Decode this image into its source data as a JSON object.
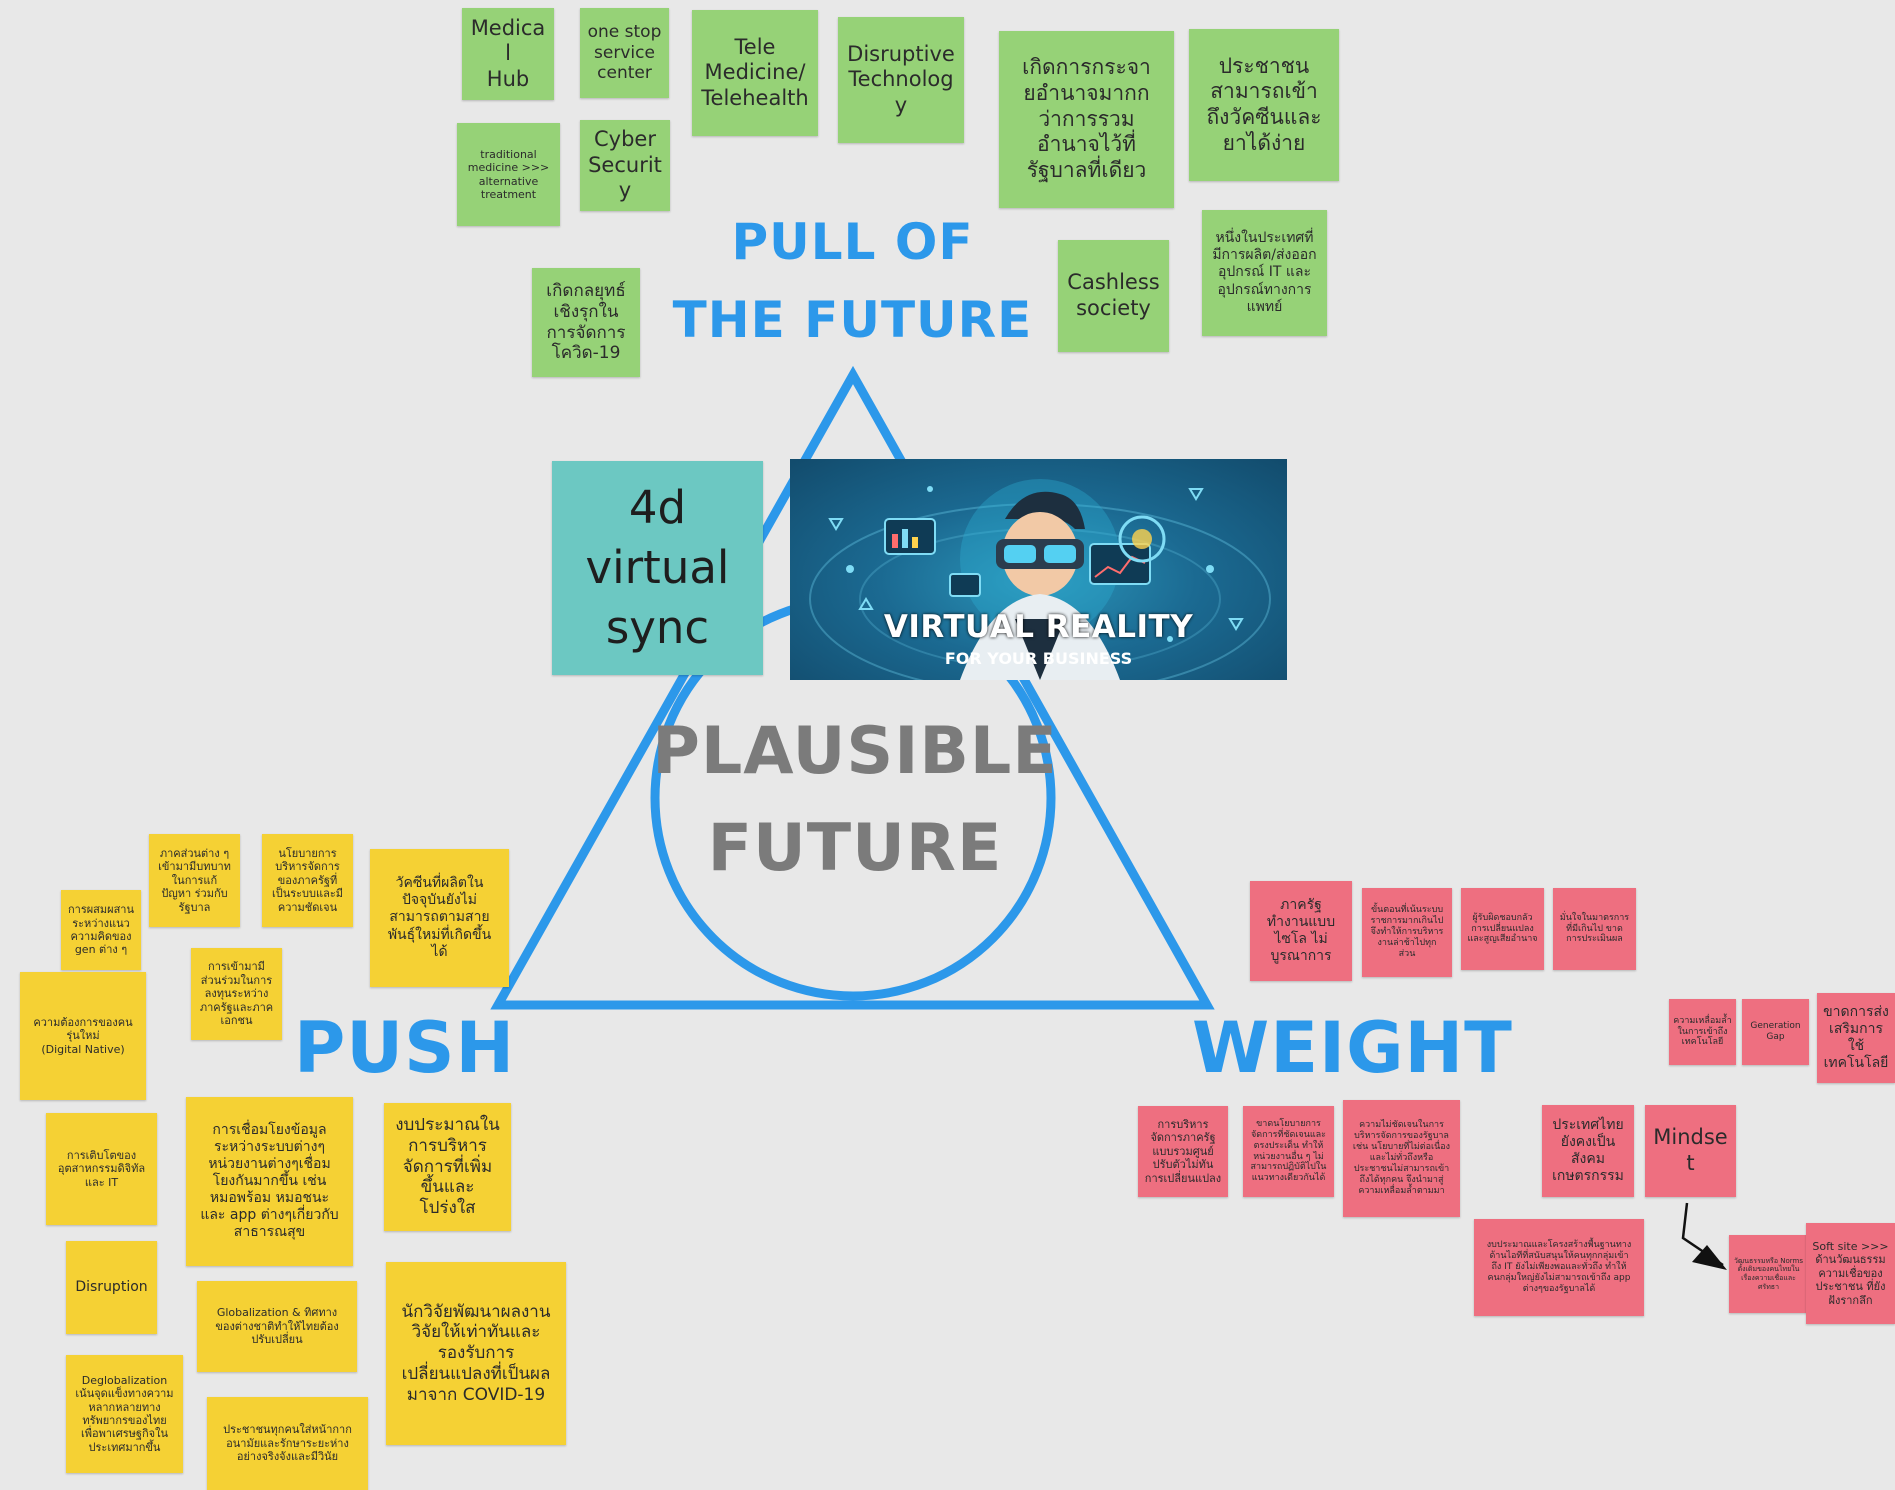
{
  "labels": {
    "pull": "PULL OF\nTHE FUTURE",
    "plausible": "PLAUSIBLE\nFUTURE",
    "push": "PUSH",
    "weight": "WEIGHT"
  },
  "colors": {
    "green_note": "#96d277",
    "yellow_note": "#f5d134",
    "pink_note": "#ee6f80",
    "teal_note": "#6cc8c2",
    "label_blue": "#2c98ea",
    "label_grey": "#7b7b7b",
    "background": "#e8e8e8"
  },
  "center_note": "4d\nvirtual\nsync",
  "vr_image": {
    "title": "VIRTUAL REALITY",
    "subtitle": "FOR YOUR BUSINESS"
  },
  "pull_notes": [
    "Medical\nHub",
    "one stop\nservice\ncenter",
    "Tele\nMedicine/\nTelehealth",
    "Disruptive\nTechnology",
    "เกิดการกระจายอำนาจมากกว่าการรวมอำนาจไว้ที่รัฐบาลที่เดียว",
    "ประชาชนสามารถเข้าถึงวัคซีนและยาได้ง่าย",
    "traditional medicine >>> alternative treatment",
    "Cyber\nSecurity",
    "เกิดกลยุทธ์เชิงรุกในการจัดการโควิด-19",
    "Cashless\nsociety",
    "หนึ่งในประเทศที่มีการผลิต/ส่งออก อุปกรณ์ IT และอุปกรณ์ทางการแพทย์"
  ],
  "push_notes": [
    "ภาคส่วนต่าง ๆ เข้ามามีบทบาทในการแก้ปัญหา ร่วมกับรัฐบาล",
    "นโยบายการบริหารจัดการของภาครัฐที่เป็นระบบและมีความชัดเจน",
    "วัคซีนที่ผลิตในปัจจุบันยังไม่สามารถตามสายพันธุ์ใหม่ที่เกิดขึ้นได้",
    "การผสมผสานระหว่างแนวความคิดของ gen ต่าง ๆ",
    "การเข้ามามีส่วนร่วมในการลงทุนระหว่างภาครัฐและภาคเอกชน",
    "ความต้องการของคนรุ่นใหม่\n(Digital Native)",
    "การเติบโตของอุตสาหกรรมดิจิทัล และ IT",
    "การเชื่อมโยงข้อมูลระหว่างระบบต่างๆ หน่วยงานต่างๆเชื่อมโยงกันมากขึ้น เช่น หมอพร้อม หมอชนะ และ app ต่างๆเกี่ยวกับสาธารณสุข",
    "งบประมาณในการบริหารจัดการที่เพิ่มขึ้นและโปร่งใส",
    "Disruption",
    "Globalization & ทิศทางของต่างชาติทำให้ไทยต้องปรับเปลี่ยน",
    "นักวิจัยพัฒนาผลงานวิจัยให้เท่าทันและรองรับการเปลี่ยนแปลงที่เป็นผลมาจาก COVID-19",
    "Deglobalization เน้นจุดแข็งทางความหลากหลายทางทรัพยากรของไทย เพื่อพาเศรษฐกิจในประเทศมากขึ้น",
    "ประชาชนทุกคนใส่หน้ากากอนามัยและรักษาระยะห่างอย่างจริงจังและมีวินัย"
  ],
  "weight_notes": [
    "ภาครัฐทำงานแบบไซโล ไม่บูรณาการ",
    "ขั้นตอนที่เน้นระบบราชการมากเกินไปจึงทำให้การบริหารงานล่าช้าไปทุกส่วน",
    "ผู้รับผิดชอบกลัวการเปลี่ยนแปลงและสูญเสียอำนาจ",
    "มั่นใจในมาตรการที่มีเกินไป ขาดการประเมินผล",
    "ความเหลื่อมล้ำในการเข้าถึงเทคโนโลยี",
    "Generation\nGap",
    "ขาดการส่งเสริมการใช้เทคโนโลยี",
    "การบริหารจัดการภาครัฐแบบรวมศูนย์ ปรับตัวไม่ทันการเปลี่ยนแปลง",
    "ขาดนโยบายการจัดการที่ชัดเจนและตรงประเด็น ทำให้หน่วยงานอื่น ๆ ไม่สามารถปฏิบัติไปในแนวทางเดียวกันได้",
    "ความไม่ชัดเจนในการบริหารจัดการของรัฐบาล เช่น นโยบายที่ไม่ต่อเนื่องและไม่ทั่วถึงหรือประชาชนไม่สามารถเข้าถึงได้ทุกคน จึงนำมาสู่ความเหลื่อมล้ำตามมา",
    "ประเทศไทยยังคงเป็นสังคมเกษตรกรรม",
    "Mindset",
    "งบประมาณและโครงสร้างพื้นฐานทางด้านไอทีที่สนับสนุนให้คนทุกกลุ่มเข้าถึง IT ยังไม่เพียงพอและทั่วถึง ทำให้คนกลุ่มใหญ่ยังไม่สามารถเข้าถึง app ต่างๆของรัฐบาลได้",
    "วัฒนธรรมหรือ Norms ดั้งเดิมของคนไทยในเรื่องความเชื่อและศรัทธา",
    "Soft site >>> ด้านวัฒนธรรม ความเชื่อของประชาชน ที่ยังฝังรากลึก"
  ]
}
